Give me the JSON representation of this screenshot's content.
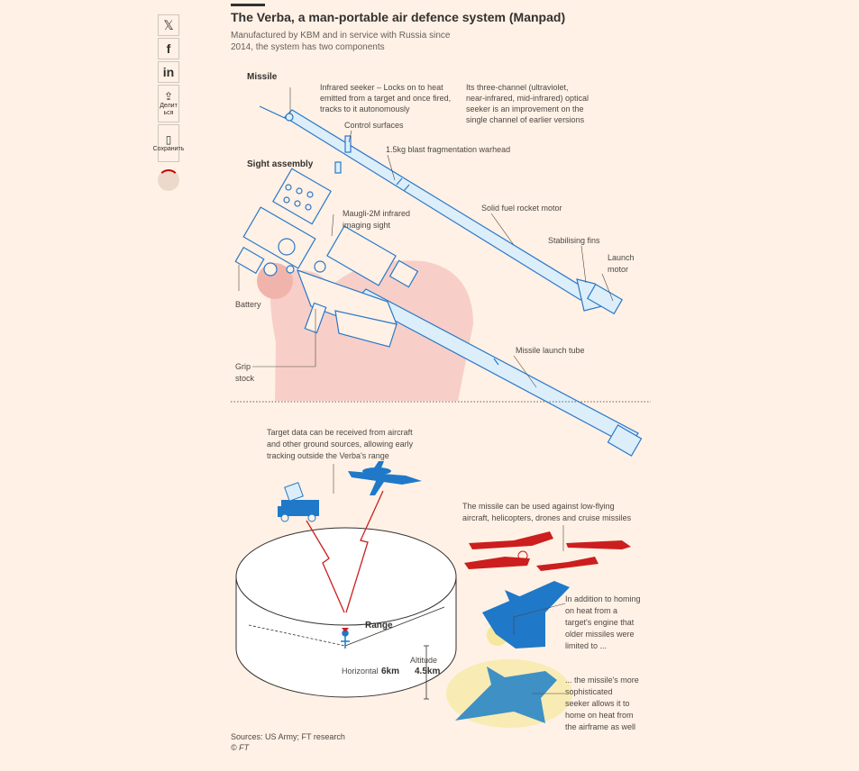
{
  "share": {
    "x_label": "𝕏",
    "facebook_label": "f",
    "linkedin_label": "in",
    "share_label": "Делит ься",
    "save_label": "Сохранить"
  },
  "article": {
    "title": "The Verba, a man-portable air defence system (Manpad)",
    "subtitle": "Manufactured by KBM and in service with Russia since 2014, the system has two components"
  },
  "diagram": {
    "missile_heading": "Missile",
    "sight_heading": "Sight assembly",
    "seeker_note": [
      "Infrared seeker – Locks on to heat",
      "emitted from a target and once fired,",
      "tracks to it autonomously"
    ],
    "optical_note": [
      "Its three-channel (ultraviolet,",
      "near-infrared, mid-infrared) optical",
      "seeker is an improvement on the",
      "single channel of earlier versions"
    ],
    "control_surfaces": "Control surfaces",
    "warhead": "1.5kg blast fragmentation warhead",
    "maugli": [
      "Maugli-2M infrared",
      "imaging sight"
    ],
    "rocket_motor": "Solid fuel rocket motor",
    "stabilising_fins": "Stabilising fins",
    "launch_motor": [
      "Launch",
      "motor"
    ],
    "battery": "Battery",
    "launch_tube": "Missile launch tube",
    "grip_stock": [
      "Grip",
      "stock"
    ],
    "target_data": [
      "Target data can be received from aircraft",
      "and other ground sources, allowing early",
      "tracking outside the Verba's range"
    ],
    "low_flying": [
      "The missile can be used against low-flying",
      "aircraft, helicopters, drones and cruise missiles"
    ],
    "homing_heat": [
      "In addition to homing",
      "on heat from a",
      "target's engine that",
      "older missiles were",
      "limited to ..."
    ],
    "sophisticated": [
      "... the missile's more",
      "sophisticated",
      "seeker allows it to",
      "home on heat from",
      "the airframe as well"
    ],
    "range_label": "Range",
    "altitude_label": "Altitude",
    "altitude_value": "4.5km",
    "horizontal_label": "Horizontal",
    "horizontal_value": "6km"
  },
  "footer": {
    "sources": "Sources: US Army; FT research",
    "copyright": "© FT"
  },
  "colors": {
    "background": "#fff1e5",
    "line_blue": "#2a78c8",
    "fill_blue": "#dceefa",
    "target_red": "#cc1e1e",
    "figure_pink": "#f6c9c3",
    "aircraft_blue": "#1f78c8"
  }
}
